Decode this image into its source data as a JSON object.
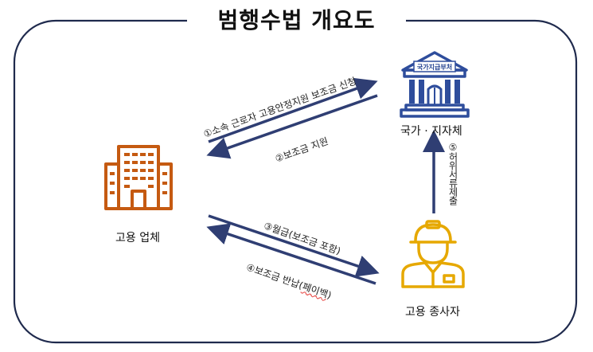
{
  "title": "범행수법 개요도",
  "colors": {
    "frame": "#1f2a4d",
    "arrow": "#2f3e73",
    "building": "#c55a11",
    "bank": "#2e4d9c",
    "worker": "#e6a800"
  },
  "nodes": {
    "company": {
      "label": "고용 업체",
      "icon": "office-building-icon"
    },
    "government": {
      "label": "국가 · 지자체",
      "icon": "government-bank-icon",
      "sign": "국가지급부처"
    },
    "employee": {
      "label": "고용 종사자",
      "icon": "hardhat-worker-icon"
    }
  },
  "edges": {
    "apply": "①소속 근로자 고용안정지원 보조금 신청",
    "support": "②보조금 지원",
    "salary": "③월급(보조금 포함)",
    "refund_prefix": "④보조금 반납(",
    "refund_payback": "페이백",
    "refund_suffix": ")",
    "false_docs": "⑤허위서류제출"
  }
}
